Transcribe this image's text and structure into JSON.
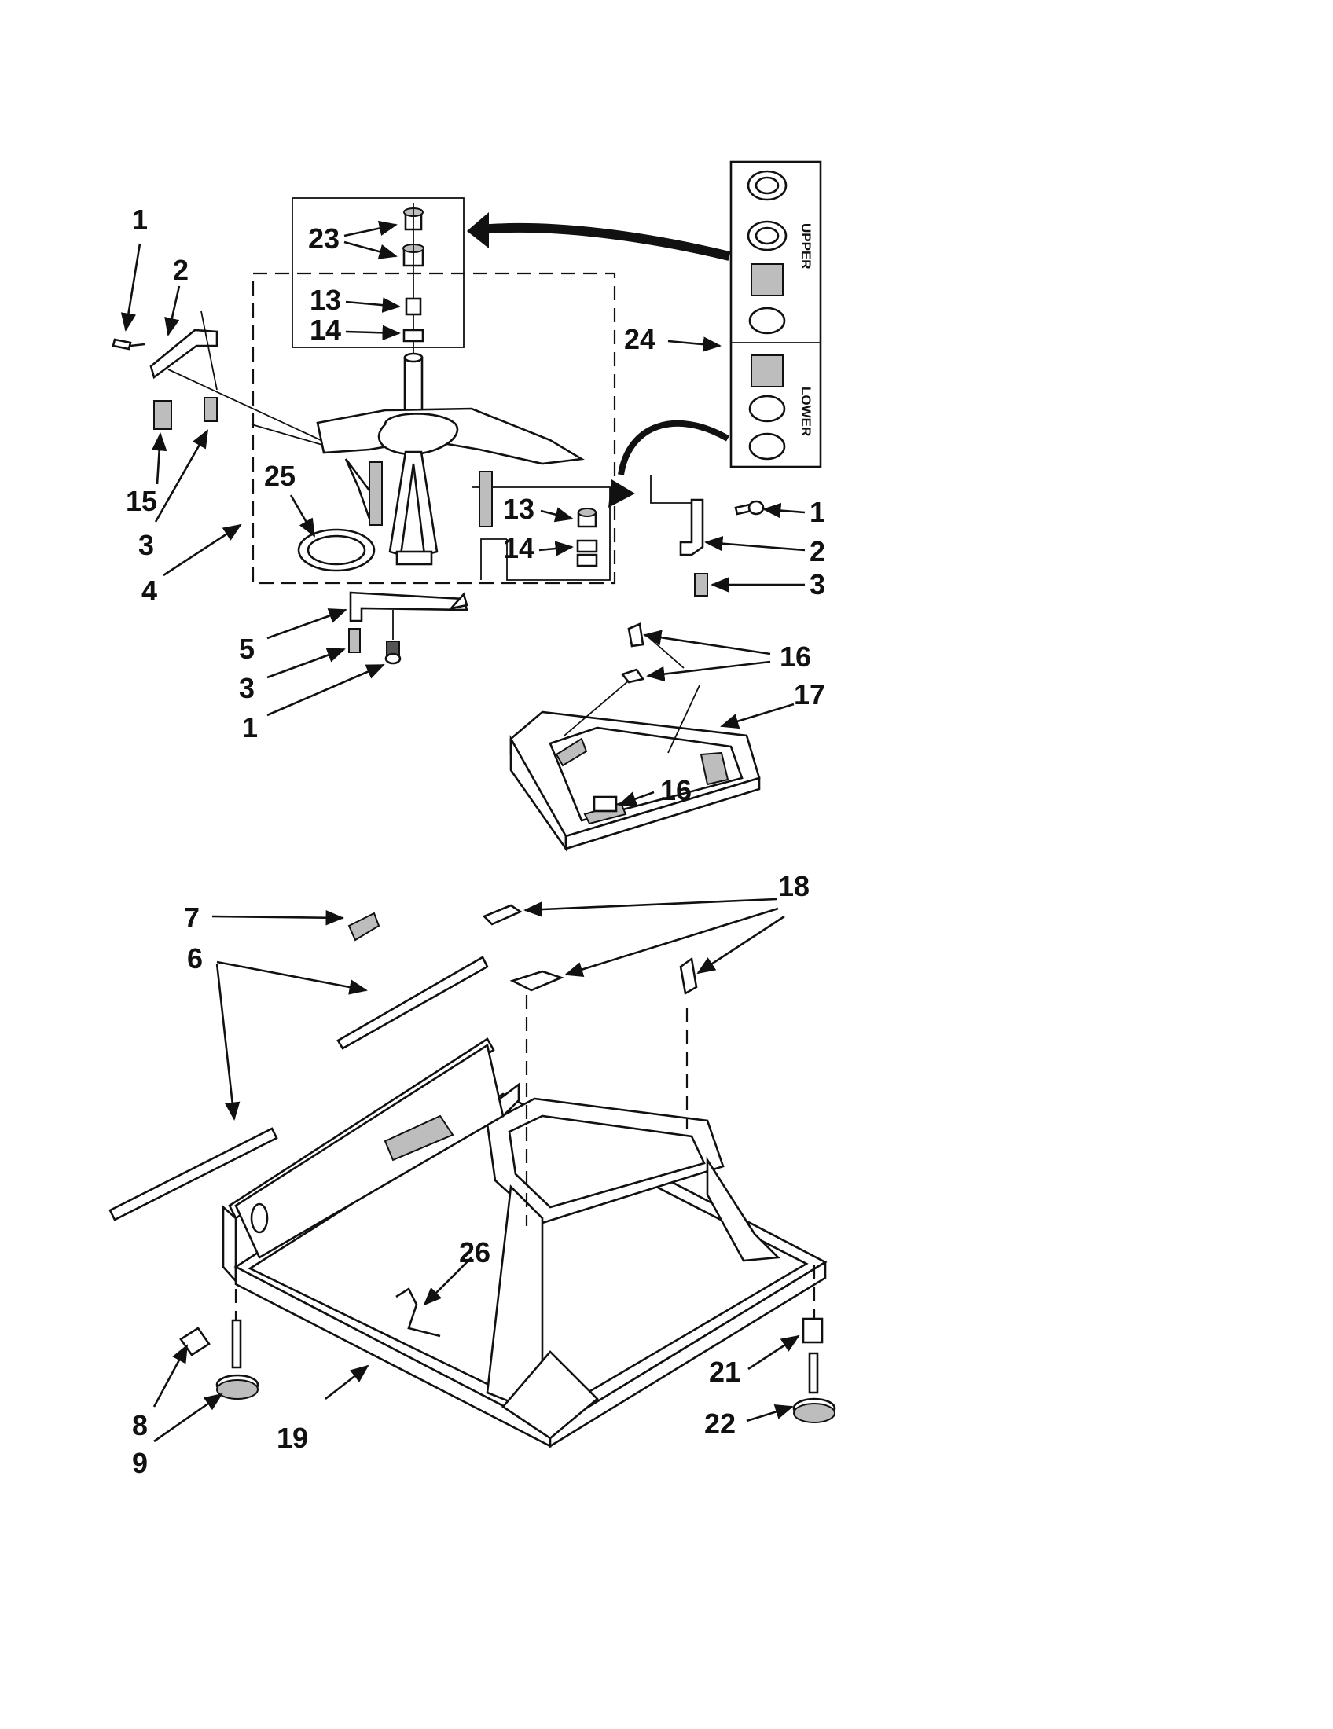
{
  "callouts": {
    "c1a": "1",
    "c2a": "2",
    "c15": "15",
    "c3a": "3",
    "c23": "23",
    "c13a": "13",
    "c14a": "14",
    "c24": "24",
    "c25": "25",
    "c4": "4",
    "c13b": "13",
    "c14b": "14",
    "c1b": "1",
    "c2b": "2",
    "c3b": "3",
    "c5": "5",
    "c3c": "3",
    "c1c": "1",
    "c16a": "16",
    "c17": "17",
    "c16b": "16",
    "c7": "7",
    "c6": "6",
    "c18": "18",
    "c26": "26",
    "c8": "8",
    "c9": "9",
    "c19": "19",
    "c21": "21",
    "c22": "22"
  },
  "bearing_kit": {
    "upper_label": "UPPER",
    "lower_label": "LOWER"
  }
}
